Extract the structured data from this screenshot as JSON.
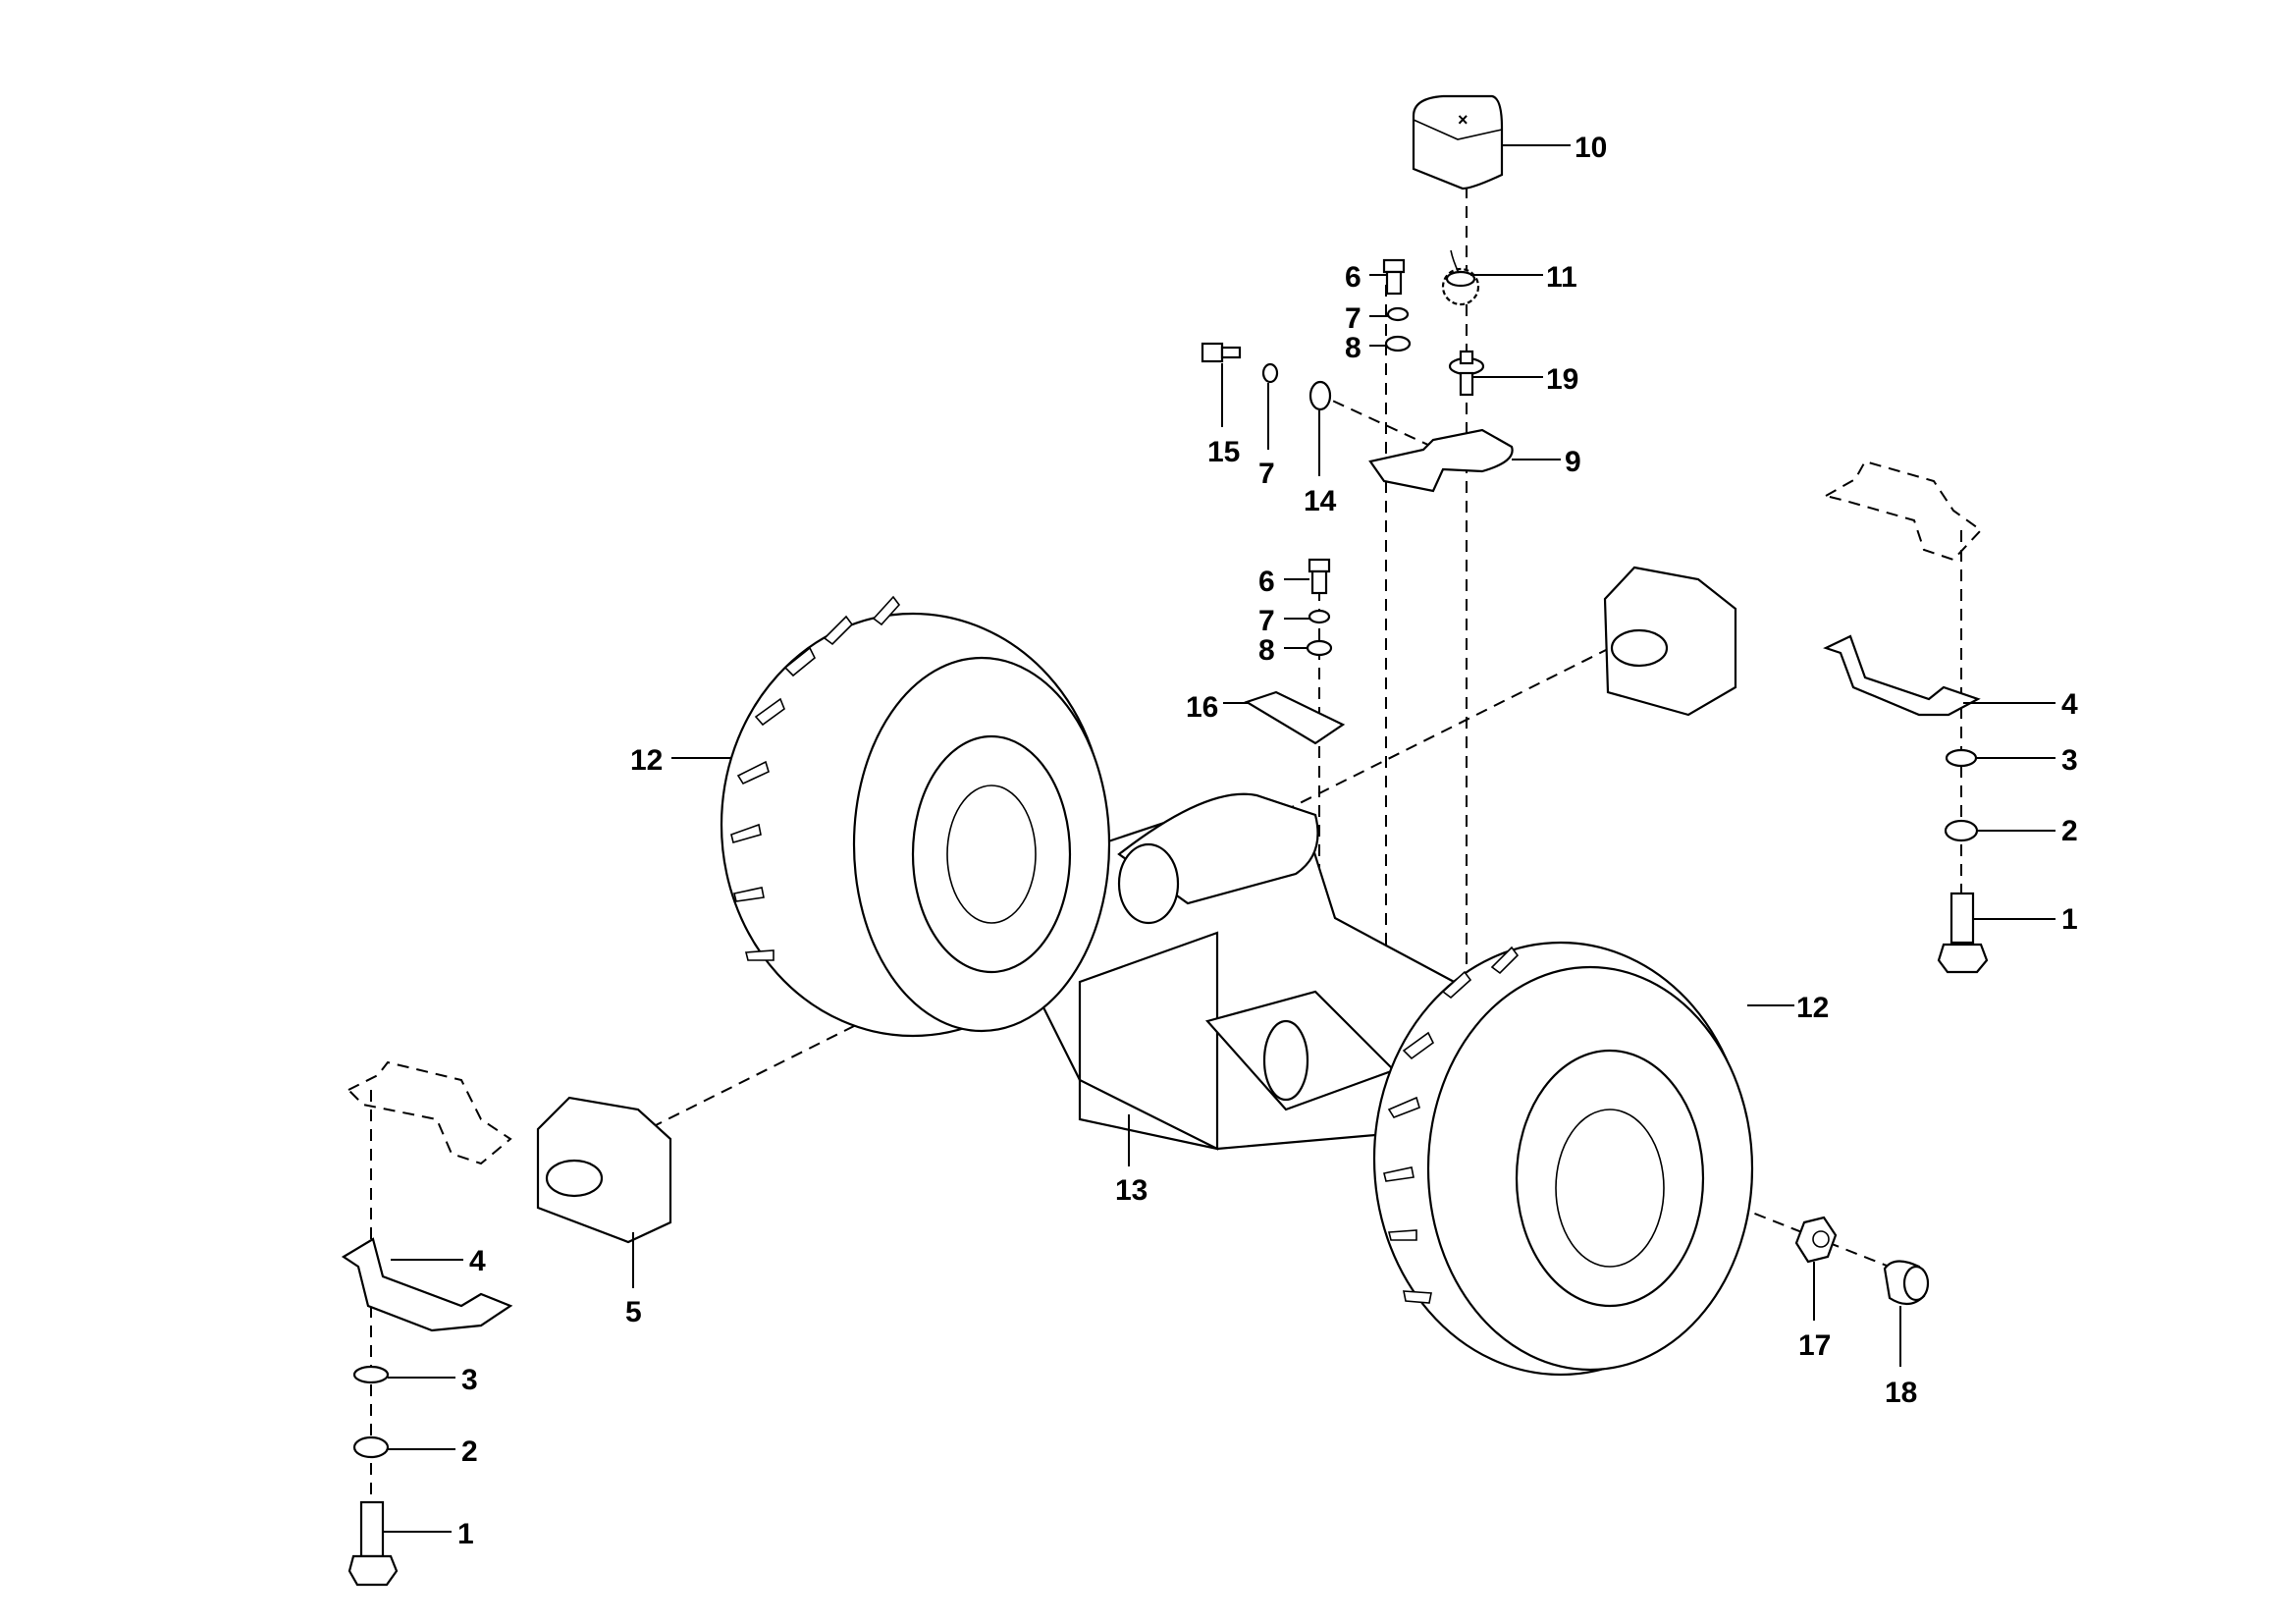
{
  "title": "Rear axle assembly exploded view",
  "callouts": {
    "c10": "10",
    "c11": "11",
    "c6a": "6",
    "c7a": "7",
    "c8a": "8",
    "c19": "19",
    "c15": "15",
    "c7b": "7",
    "c14": "14",
    "c9": "9",
    "c6b": "6",
    "c7c": "7",
    "c8b": "8",
    "c16": "16",
    "c12a": "12",
    "c12b": "12",
    "c13": "13",
    "c4a": "4",
    "c3a": "3",
    "c2a": "2",
    "c1a": "1",
    "c4b": "4",
    "c5": "5",
    "c3b": "3",
    "c2b": "2",
    "c1b": "1",
    "c17": "17",
    "c18": "18"
  },
  "cover_mark": "×"
}
